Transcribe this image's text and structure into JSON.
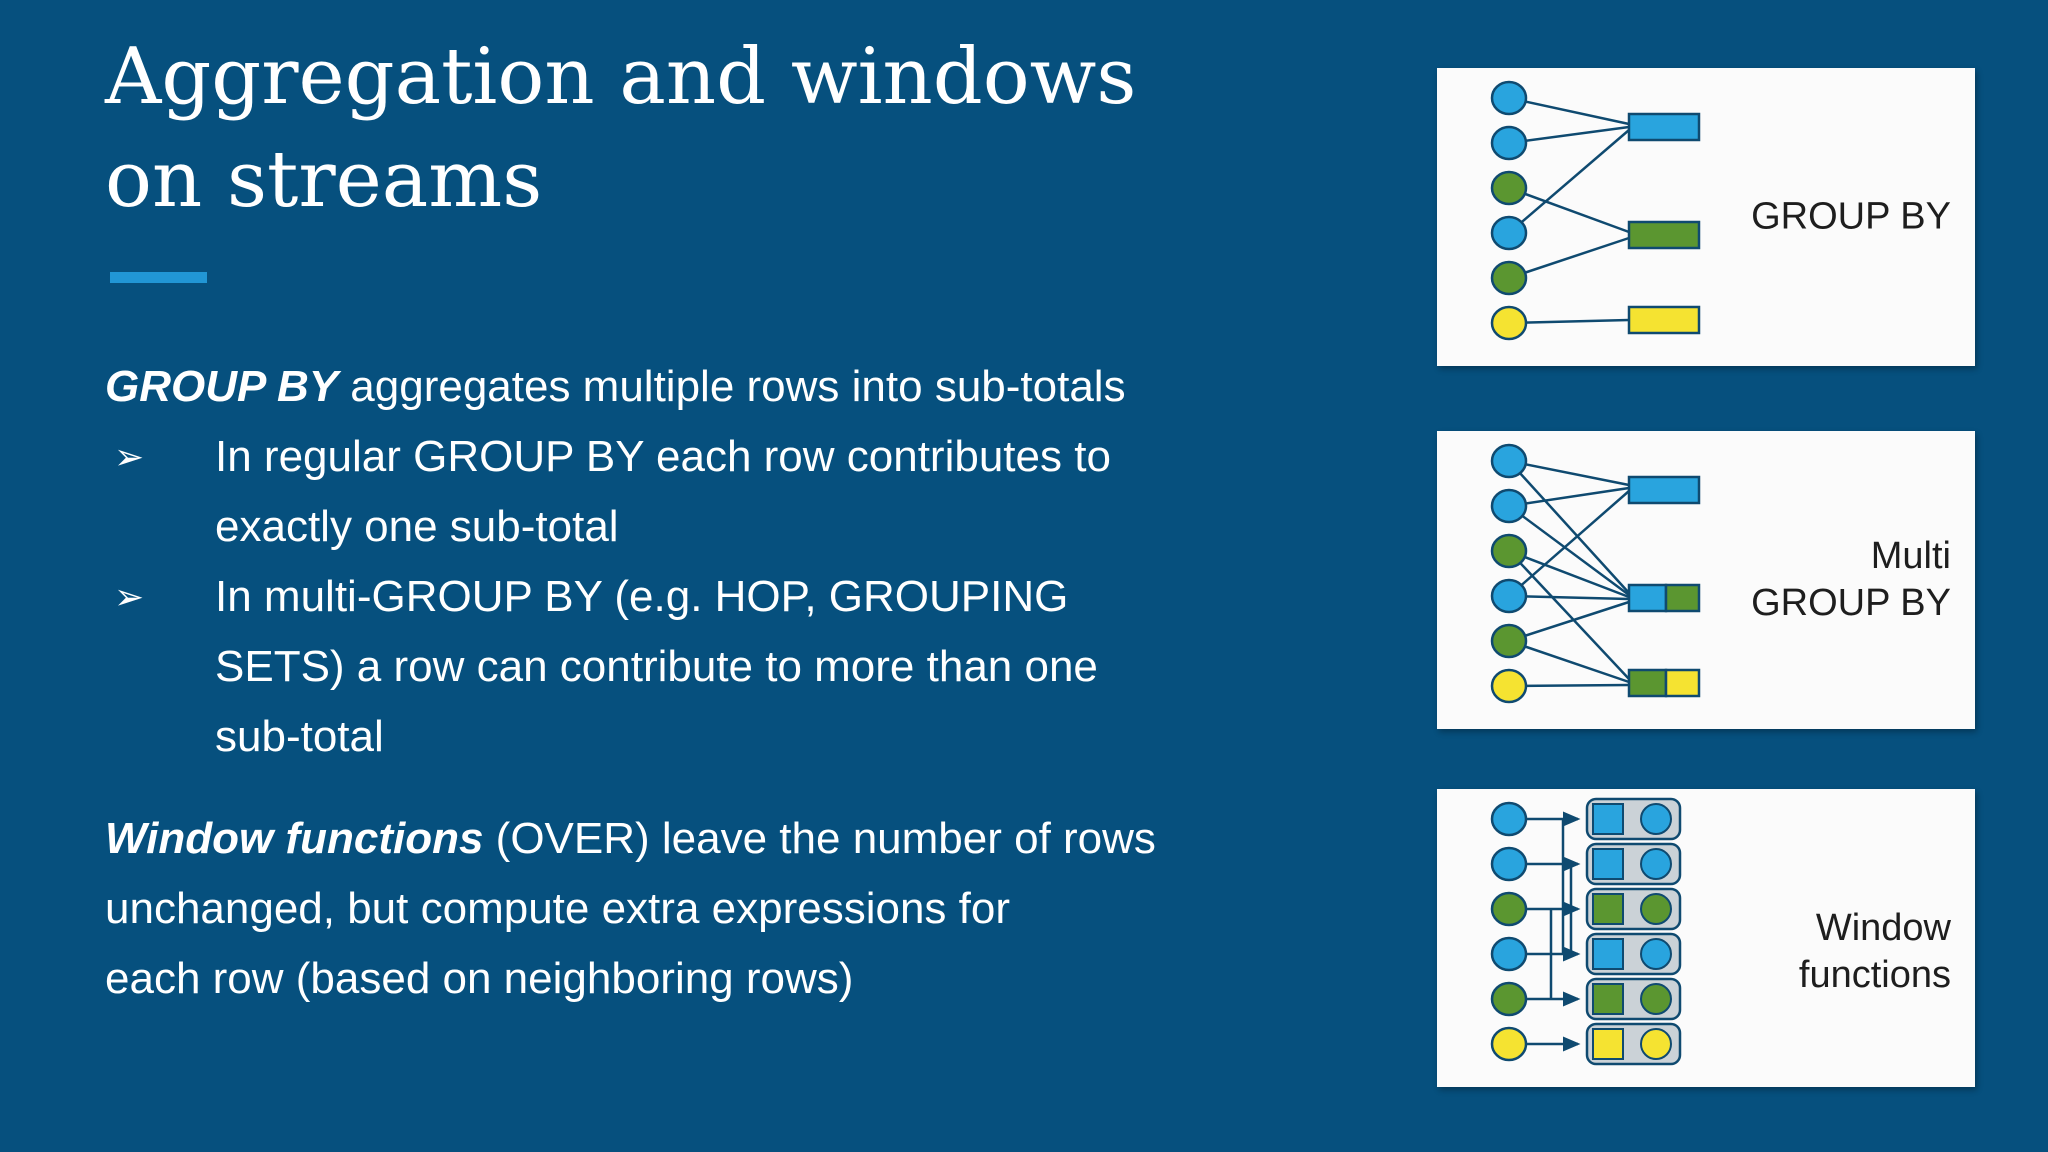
{
  "slide": {
    "title_lines": [
      "Aggregation and windows",
      "on streams"
    ],
    "paragraph1": {
      "lead": "GROUP BY",
      "rest": " aggregates multiple rows into sub-totals"
    },
    "bullets": [
      {
        "marker": "➢",
        "lines": [
          "In regular GROUP BY each row contributes to",
          "exactly one sub-total"
        ]
      },
      {
        "marker": "➢",
        "lines": [
          "In multi-GROUP BY (e.g. HOP, GROUPING",
          "SETS) a row can contribute to more than one",
          "sub-total"
        ]
      }
    ],
    "paragraph2": {
      "lead": "Window functions",
      "rest_lines": [
        " (OVER) leave the number of rows",
        "unchanged, but compute extra expressions for",
        "each row (based on neighboring rows)"
      ]
    }
  },
  "panels": [
    {
      "label_lines": [
        "GROUP BY"
      ],
      "diagram": {
        "type": "bipartite-aggregation",
        "inputs": [
          "blue",
          "blue",
          "green",
          "blue",
          "green",
          "yellow"
        ],
        "subtotals": [
          [
            "blue"
          ],
          [
            "green"
          ],
          [
            "yellow"
          ]
        ],
        "connections": [
          [
            0,
            0
          ],
          [
            1,
            0
          ],
          [
            3,
            0
          ],
          [
            2,
            1
          ],
          [
            4,
            1
          ],
          [
            5,
            2
          ]
        ]
      }
    },
    {
      "label_lines": [
        "Multi",
        "GROUP BY"
      ],
      "diagram": {
        "type": "bipartite-aggregation",
        "inputs": [
          "blue",
          "blue",
          "green",
          "blue",
          "green",
          "yellow"
        ],
        "subtotals": [
          [
            "blue"
          ],
          [
            "blue",
            "green"
          ],
          [
            "green",
            "yellow"
          ]
        ],
        "connections": [
          [
            0,
            0
          ],
          [
            1,
            0
          ],
          [
            3,
            0
          ],
          [
            0,
            1
          ],
          [
            1,
            1
          ],
          [
            2,
            1
          ],
          [
            3,
            1
          ],
          [
            4,
            1
          ],
          [
            2,
            2
          ],
          [
            4,
            2
          ],
          [
            5,
            2
          ]
        ]
      }
    },
    {
      "label_lines": [
        "Window",
        "functions"
      ],
      "diagram": {
        "type": "row-preserving-window",
        "inputs": [
          "blue",
          "blue",
          "green",
          "blue",
          "green",
          "yellow"
        ],
        "output_rows": [
          "blue",
          "blue",
          "green",
          "blue",
          "green",
          "yellow"
        ],
        "neighbor_buses": [
          [
            "blue",
            [
              0,
              1,
              3
            ]
          ],
          [
            "green",
            [
              2,
              4
            ]
          ]
        ]
      }
    }
  ],
  "colors": {
    "background": "#06507E",
    "accent": "#2196D5",
    "panel": "#FBFBFB",
    "blue": "#29A4DE",
    "green": "#5B9630",
    "yellow": "#F5E331",
    "outline": "#0F4A70",
    "rowbg": "#CBD2D7",
    "label": "#1E1E1E",
    "text": "#FFFFFF"
  }
}
